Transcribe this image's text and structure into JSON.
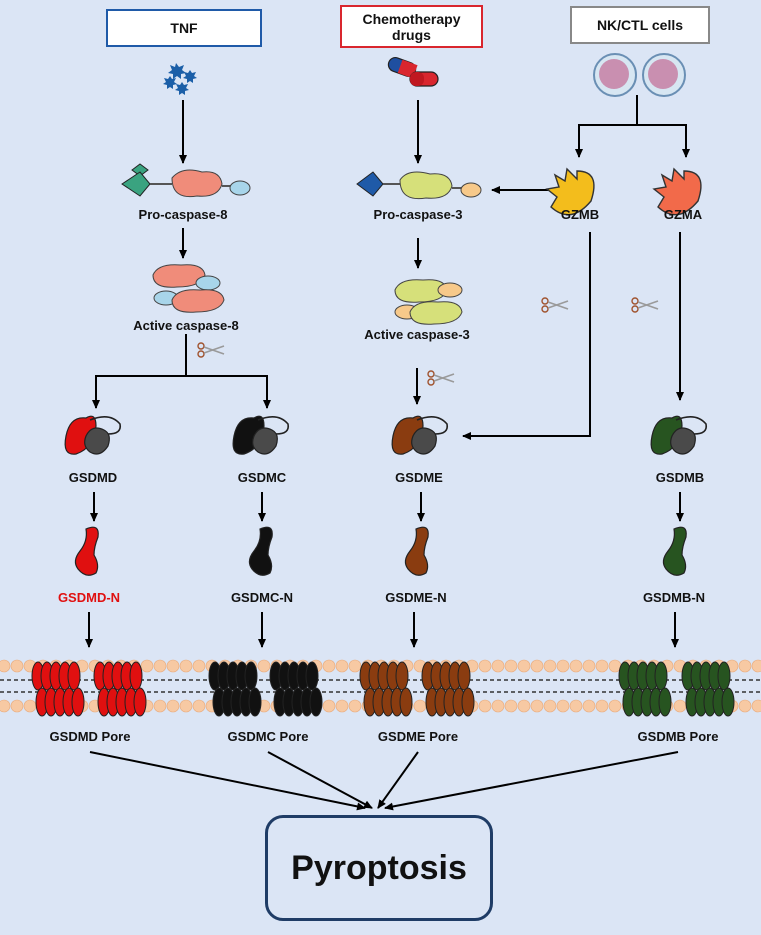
{
  "inputs": {
    "tnf": "TNF",
    "chemo": "Chemotherapy drugs",
    "nk": "NK/CTL cells"
  },
  "labels": {
    "procasp8": "Pro-caspase-8",
    "actcasp8": "Active caspase-8",
    "procasp3": "Pro-caspase-3",
    "actcasp3": "Active caspase-3",
    "gzmb": "GZMB",
    "gzma": "GZMA"
  },
  "gsdm": [
    {
      "name": "GSDMD",
      "n": "GSDMD-N",
      "pore": "GSDMD Pore",
      "color": "#e01010"
    },
    {
      "name": "GSDMC",
      "n": "GSDMC-N",
      "pore": "GSDMC Pore",
      "color": "#111111"
    },
    {
      "name": "GSDME",
      "n": "GSDME-N",
      "pore": "GSDME Pore",
      "color": "#8a3c10"
    },
    {
      "name": "GSDMB",
      "n": "GSDMB-N",
      "pore": "GSDMB Pore",
      "color": "#275420"
    }
  ],
  "colors": {
    "background": "#dbe5f5",
    "tnf_border": "#1f5aa8",
    "chemo_border": "#d9262e",
    "nk_border": "#888888",
    "membrane": "#f7c9a3",
    "gsdmd_n_label": "#e01010"
  },
  "result": "Pyroptosis"
}
